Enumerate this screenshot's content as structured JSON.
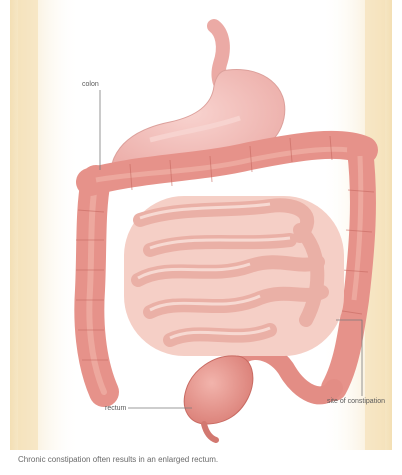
{
  "figure": {
    "labels": {
      "colon": "colon",
      "rectum": "rectum",
      "site": "site of constipation"
    },
    "caption": "Chronic constipation often results in an enlarged rectum."
  },
  "colors": {
    "skin": "#f6e7c6",
    "colon": "#e6928a",
    "colon_dark": "#c86a62",
    "colon_light": "#f2b8ac",
    "small_intestine": "#f0beb2",
    "stomach": "#f2b9b5",
    "rectum": "#e6968e",
    "leader_line": "#7a7a7a"
  }
}
